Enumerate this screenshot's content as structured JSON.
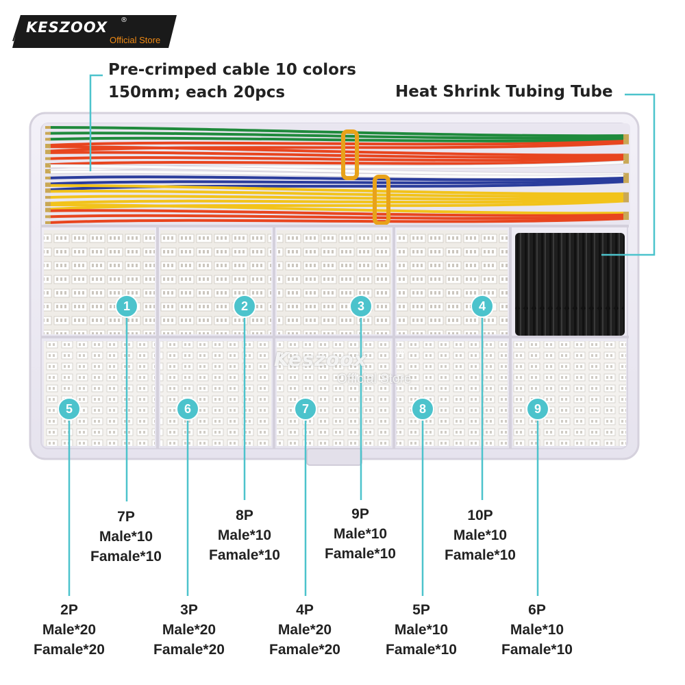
{
  "brand": {
    "name": "KESZOOX",
    "registered": "®",
    "store": "Official Store"
  },
  "labels": {
    "cable_line1": "Pre-crimped cable 10 colors",
    "cable_line2": "150mm; each 20pcs",
    "tube": "Heat Shrink Tubing Tube"
  },
  "watermark": {
    "name": "Keszoox",
    "registered": "®",
    "store": "Official Store"
  },
  "colors": {
    "accent": "#4cc3cc",
    "logo_bg": "#1a1a1a",
    "logo_sub": "#f08a14",
    "box_tint": "#ece9f3"
  },
  "wire_colors": [
    "#1f8a3c",
    "#e8451f",
    "#e8451f",
    "#ffffff",
    "#2a3c9c",
    "#f2c31b",
    "#f2c31b",
    "#e8451f"
  ],
  "compartments": [
    {
      "number": "1",
      "pins": "7P",
      "male": "Male*10",
      "female": "Famale*10"
    },
    {
      "number": "2",
      "pins": "8P",
      "male": "Male*10",
      "female": "Famale*10"
    },
    {
      "number": "3",
      "pins": "9P",
      "male": "Male*10",
      "female": "Famale*10"
    },
    {
      "number": "4",
      "pins": "10P",
      "male": "Male*10",
      "female": "Famale*10"
    },
    {
      "number": "5",
      "pins": "2P",
      "male": "Male*20",
      "female": "Famale*20"
    },
    {
      "number": "6",
      "pins": "3P",
      "male": "Male*20",
      "female": "Famale*20"
    },
    {
      "number": "7",
      "pins": "4P",
      "male": "Male*20",
      "female": "Famale*20"
    },
    {
      "number": "8",
      "pins": "5P",
      "male": "Male*10",
      "female": "Famale*10"
    },
    {
      "number": "9",
      "pins": "6P",
      "male": "Male*10",
      "female": "Famale*10"
    }
  ]
}
